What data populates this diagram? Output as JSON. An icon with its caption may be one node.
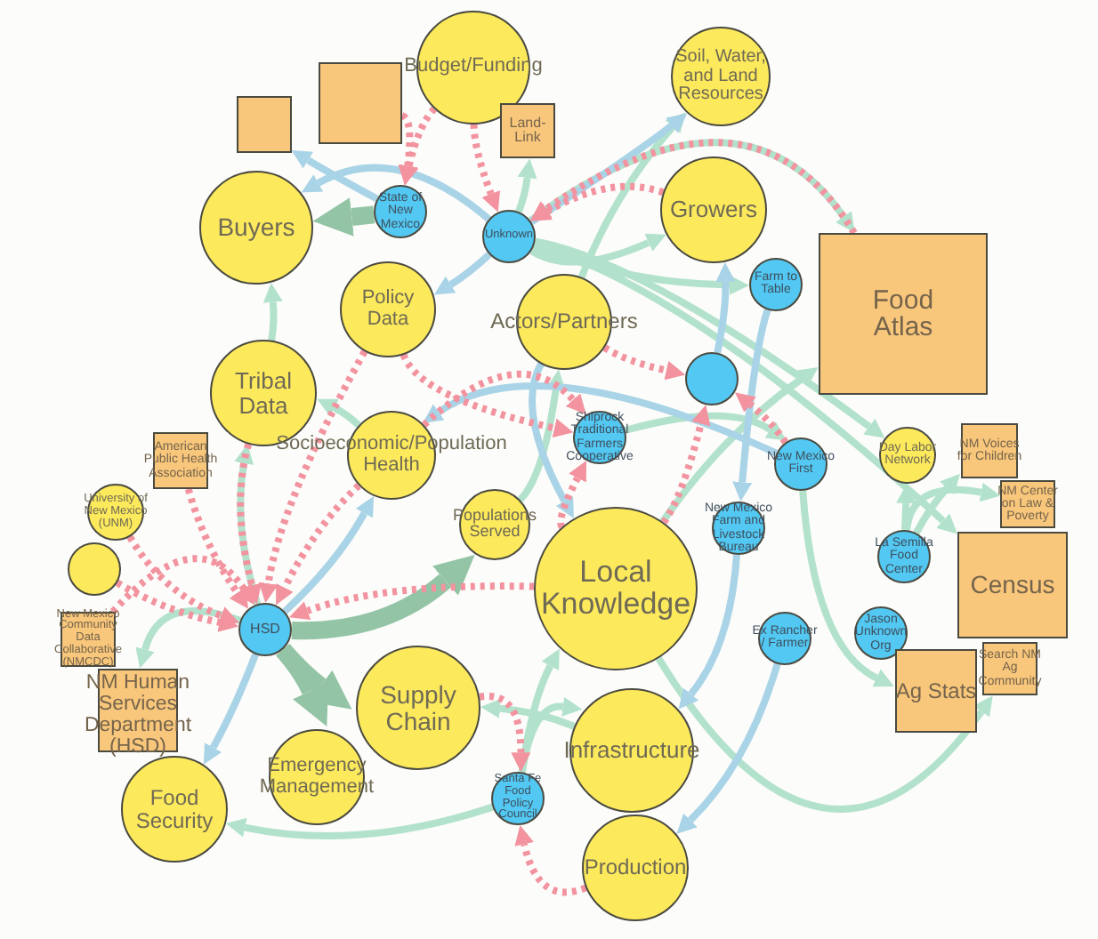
{
  "diagram": {
    "nodes": [
      {
        "text": [
          "Budget/Funding"
        ]
      },
      {
        "text": [],
        "shape": "box"
      },
      {
        "text": [],
        "shape": "box"
      },
      {
        "text": [
          "Land-Link"
        ]
      },
      {
        "text": [
          "Soil, Water, and Land Resources"
        ]
      },
      {
        "text": [
          "Buyers"
        ]
      },
      {
        "text": [
          "State of New Mexico"
        ]
      },
      {
        "text": [
          "Unknown"
        ]
      },
      {
        "text": [
          "Growers"
        ]
      },
      {
        "text": [
          "Food Atlas"
        ]
      },
      {
        "text": [
          "Farm to Table"
        ]
      },
      {
        "text": [
          "Policy Data"
        ]
      },
      {
        "text": [
          "Actors/Partners"
        ]
      },
      {
        "text": [],
        "shape": "circle"
      },
      {
        "text": [
          "Tribal Data"
        ]
      },
      {
        "text": [
          "Shiprock Traditional Farmers Cooperative"
        ]
      },
      {
        "text": [
          "American Public Health Association"
        ]
      },
      {
        "text": [
          "Socioeconomic/Population Health"
        ]
      },
      {
        "text": [
          "NM Voices for Children"
        ]
      },
      {
        "text": [
          "Day Labor Network"
        ]
      },
      {
        "text": [
          "New Mexico First"
        ]
      },
      {
        "text": [
          "University of New Mexico (UNM)"
        ]
      },
      {
        "text": [
          "NM Center on Law & Poverty"
        ]
      },
      {
        "text": [
          "Populations Served"
        ]
      },
      {
        "text": [
          "New Mexico Farm and Livestock Bureau"
        ]
      },
      {
        "text": [
          "La Semilla Food Center"
        ]
      },
      {
        "text": [],
        "shape": "circle"
      },
      {
        "text": [
          "Census"
        ]
      },
      {
        "text": [
          "Local Knowledge"
        ]
      },
      {
        "text": [
          "New Mexico Community Data Collaborative (NMCDC)"
        ]
      },
      {
        "text": [
          "HSD"
        ]
      },
      {
        "text": [
          "Search NM Ag Community"
        ]
      },
      {
        "text": [
          "Jason Unknown Org"
        ]
      },
      {
        "text": [
          "Ex Rancher / Farmer"
        ]
      },
      {
        "text": [
          "NM Human Services Department (HSD)"
        ]
      },
      {
        "text": [
          "Ag Stats"
        ]
      },
      {
        "text": [
          "Supply Chain"
        ]
      },
      {
        "text": [
          "Infrastructure"
        ]
      },
      {
        "text": [
          "Emergency Management"
        ]
      },
      {
        "text": [
          "Santa Fe Food Policy Council"
        ]
      },
      {
        "text": [
          "Food Security"
        ]
      },
      {
        "text": [
          "Production"
        ]
      }
    ],
    "edges": [
      {
        "from": 14,
        "to": 5,
        "arrow": "to"
      },
      {
        "from": 17,
        "to": 14,
        "arrow": "to"
      },
      {
        "from": 30,
        "to": 34,
        "arrow": "to"
      },
      {
        "from": 30,
        "to": 14,
        "arrow": "to"
      },
      {
        "from": 7,
        "to": 3,
        "arrow": "to"
      },
      {
        "from": 12,
        "to": 4,
        "arrow": "to"
      },
      {
        "from": 7,
        "to": 8,
        "arrow": "to"
      },
      {
        "from": 7,
        "to": 9,
        "arrow": "to"
      },
      {
        "from": 7,
        "to": 19,
        "arrow": "to"
      },
      {
        "from": 7,
        "to": 10,
        "arrow": "to"
      },
      {
        "from": 7,
        "to": 27,
        "arrow": "to"
      },
      {
        "from": 28,
        "to": 9,
        "arrow": "to"
      },
      {
        "from": 25,
        "to": 19,
        "arrow": "to"
      },
      {
        "from": 25,
        "to": 22,
        "arrow": "to"
      },
      {
        "from": 25,
        "to": 18,
        "arrow": "to"
      },
      {
        "from": 20,
        "to": 35,
        "arrow": "to"
      },
      {
        "from": 39,
        "to": 40,
        "arrow": "to"
      },
      {
        "from": 39,
        "to": 37,
        "arrow": "to"
      },
      {
        "from": 39,
        "to": 28,
        "arrow": "to"
      },
      {
        "from": 37,
        "to": 36,
        "arrow": "to"
      },
      {
        "from": 15,
        "to": 20,
        "arrow": "to"
      },
      {
        "from": 23,
        "to": 12,
        "arrow": "to"
      },
      {
        "from": 28,
        "to": 31,
        "arrow": "to"
      },
      {
        "from": 6,
        "to": 1,
        "arrow": "to",
        "color": "#a9d3e6"
      },
      {
        "from": 7,
        "to": 5,
        "arrow": "to",
        "color": "#a9d3e6"
      },
      {
        "from": 7,
        "to": 4,
        "arrow": "to",
        "color": "#a9d3e6"
      },
      {
        "from": 7,
        "to": 11,
        "arrow": "to",
        "color": "#a9d3e6"
      },
      {
        "from": 12,
        "to": 28,
        "arrow": "to",
        "color": "#a9d3e6"
      },
      {
        "from": 13,
        "to": 8,
        "arrow": "to",
        "color": "#a9d3e6"
      },
      {
        "from": 20,
        "to": 17,
        "arrow": "to",
        "color": "#a9d3e6"
      },
      {
        "from": 30,
        "to": 17,
        "arrow": "to",
        "color": "#a9d3e6"
      },
      {
        "from": 30,
        "to": 40,
        "arrow": "to",
        "color": "#a9d3e6"
      },
      {
        "from": 10,
        "to": 24,
        "arrow": "to",
        "color": "#a9d3e6"
      },
      {
        "from": 24,
        "to": 37,
        "arrow": "to",
        "color": "#a9d3e6"
      },
      {
        "from": 33,
        "to": 41,
        "arrow": "to",
        "color": "#a9d3e6"
      },
      {
        "from": 6,
        "to": 5,
        "arrow": "to",
        "style": "thick",
        "color": "#93c4a5"
      },
      {
        "from": 30,
        "to": 23,
        "arrow": "to",
        "style": "thick",
        "color": "#93c4a5"
      },
      {
        "from": 30,
        "to": 36,
        "arrow": "to",
        "style": "thick",
        "color": "#93c4a5"
      },
      {
        "from": 30,
        "to": 38,
        "arrow": "to",
        "style": "thick",
        "color": "#93c4a5"
      },
      {
        "from": 2,
        "to": 6,
        "arrow": "to",
        "style": "dashed",
        "color": "#f2939f"
      },
      {
        "from": 0,
        "to": 6,
        "arrow": "to",
        "style": "dashed",
        "color": "#f2939f"
      },
      {
        "from": 0,
        "to": 7,
        "arrow": "to",
        "style": "dashed",
        "color": "#f2939f"
      },
      {
        "from": 8,
        "to": 7,
        "arrow": "to",
        "style": "dashed",
        "color": "#f2939f"
      },
      {
        "from": 9,
        "to": 7,
        "arrow": "to",
        "style": "dashed",
        "color": "#f2939f"
      },
      {
        "from": 14,
        "to": 30,
        "arrow": "to",
        "style": "dashed",
        "color": "#f2939f"
      },
      {
        "from": 11,
        "to": 30,
        "arrow": "to",
        "style": "dashed",
        "color": "#f2939f"
      },
      {
        "from": 16,
        "to": 30,
        "arrow": "to",
        "style": "dashed",
        "color": "#f2939f"
      },
      {
        "from": 21,
        "to": 30,
        "arrow": "to",
        "style": "dashed",
        "color": "#f2939f"
      },
      {
        "from": 26,
        "to": 30,
        "arrow": "to",
        "style": "dashed",
        "color": "#f2939f"
      },
      {
        "from": 29,
        "to": 30,
        "arrow": "to",
        "style": "dashed",
        "color": "#f2939f"
      },
      {
        "from": 17,
        "to": 30,
        "arrow": "to",
        "style": "dashed",
        "color": "#f2939f"
      },
      {
        "from": 28,
        "to": 30,
        "arrow": "to",
        "style": "dashed",
        "color": "#f2939f"
      },
      {
        "from": 11,
        "to": 15,
        "arrow": "to",
        "style": "dashed",
        "color": "#f2939f"
      },
      {
        "from": 12,
        "to": 13,
        "arrow": "to",
        "style": "dashed",
        "color": "#f2939f"
      },
      {
        "from": 17,
        "to": 15,
        "arrow": "to",
        "style": "dashed",
        "color": "#f2939f"
      },
      {
        "from": 28,
        "to": 15,
        "arrow": "to",
        "style": "dashed",
        "color": "#f2939f"
      },
      {
        "from": 28,
        "to": 13,
        "arrow": "to",
        "style": "dashed",
        "color": "#f2939f"
      },
      {
        "from": 20,
        "to": 13,
        "arrow": "to",
        "style": "dashed",
        "color": "#f2939f"
      },
      {
        "from": 36,
        "to": 39,
        "arrow": "to",
        "style": "dashed",
        "color": "#f2939f"
      },
      {
        "from": 41,
        "to": 39,
        "arrow": "to",
        "style": "dashed",
        "color": "#f2939f"
      }
    ]
  }
}
